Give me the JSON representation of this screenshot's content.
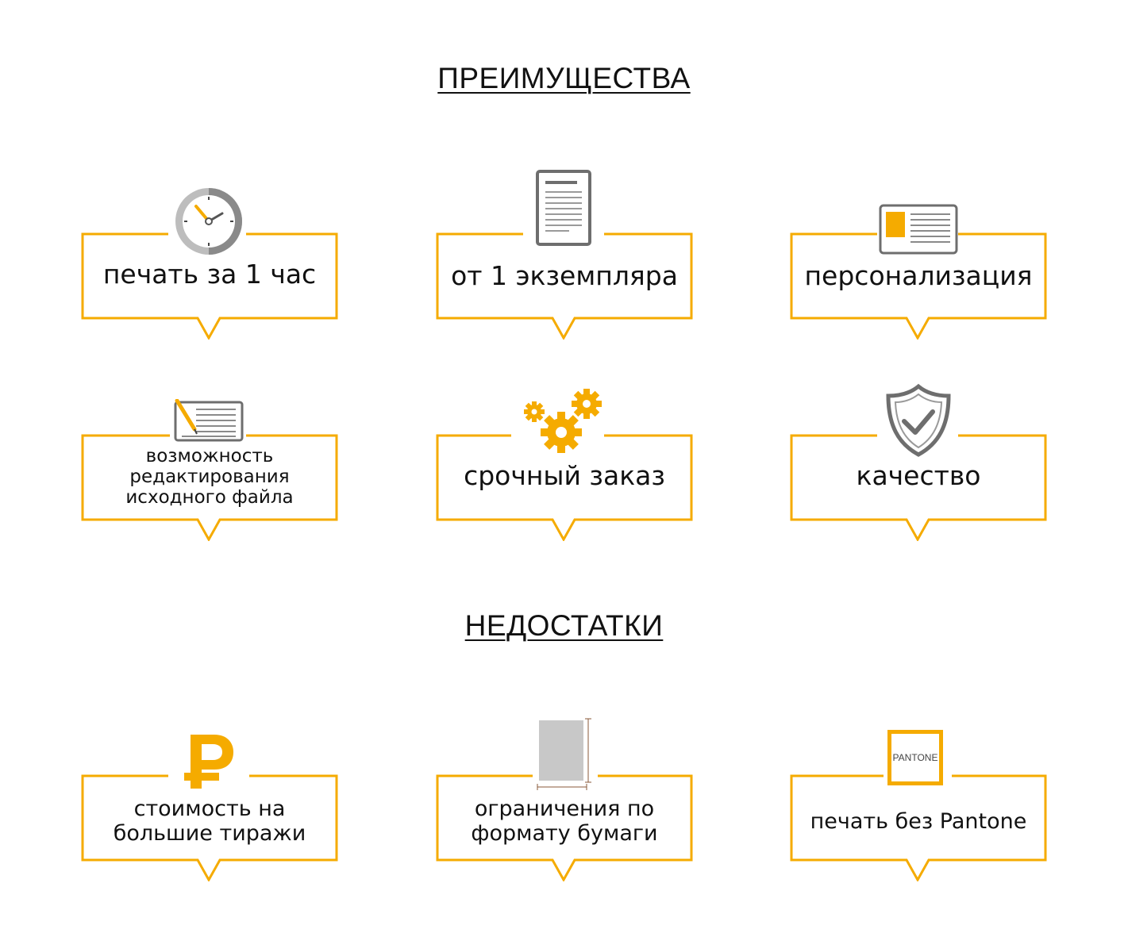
{
  "sections": {
    "advantages_title": "ПРЕИМУЩЕСТВА",
    "disadvantages_title": "НЕДОСТАТКИ"
  },
  "advantages": [
    {
      "label": "печать за 1 час",
      "icon": "clock-icon"
    },
    {
      "label": "от 1 экземпляра",
      "icon": "document-icon"
    },
    {
      "label": "персонализация",
      "icon": "id-card-icon"
    },
    {
      "label": "возможность редактирования исходного файла",
      "icon": "edit-document-icon"
    },
    {
      "label": "срочный заказ",
      "icon": "gears-icon"
    },
    {
      "label": "качество",
      "icon": "shield-check-icon"
    }
  ],
  "disadvantages": [
    {
      "label": "стоимость на большие тиражи",
      "icon": "ruble-icon"
    },
    {
      "label": "ограничения по формату бумаги",
      "icon": "paper-format-icon"
    },
    {
      "label": "печать без Pantone",
      "icon": "pantone-icon",
      "icon_text": "PANTONE"
    }
  ],
  "colors": {
    "accent": "#f5ab00",
    "gray": "#6e6e6e",
    "text": "#111111"
  }
}
